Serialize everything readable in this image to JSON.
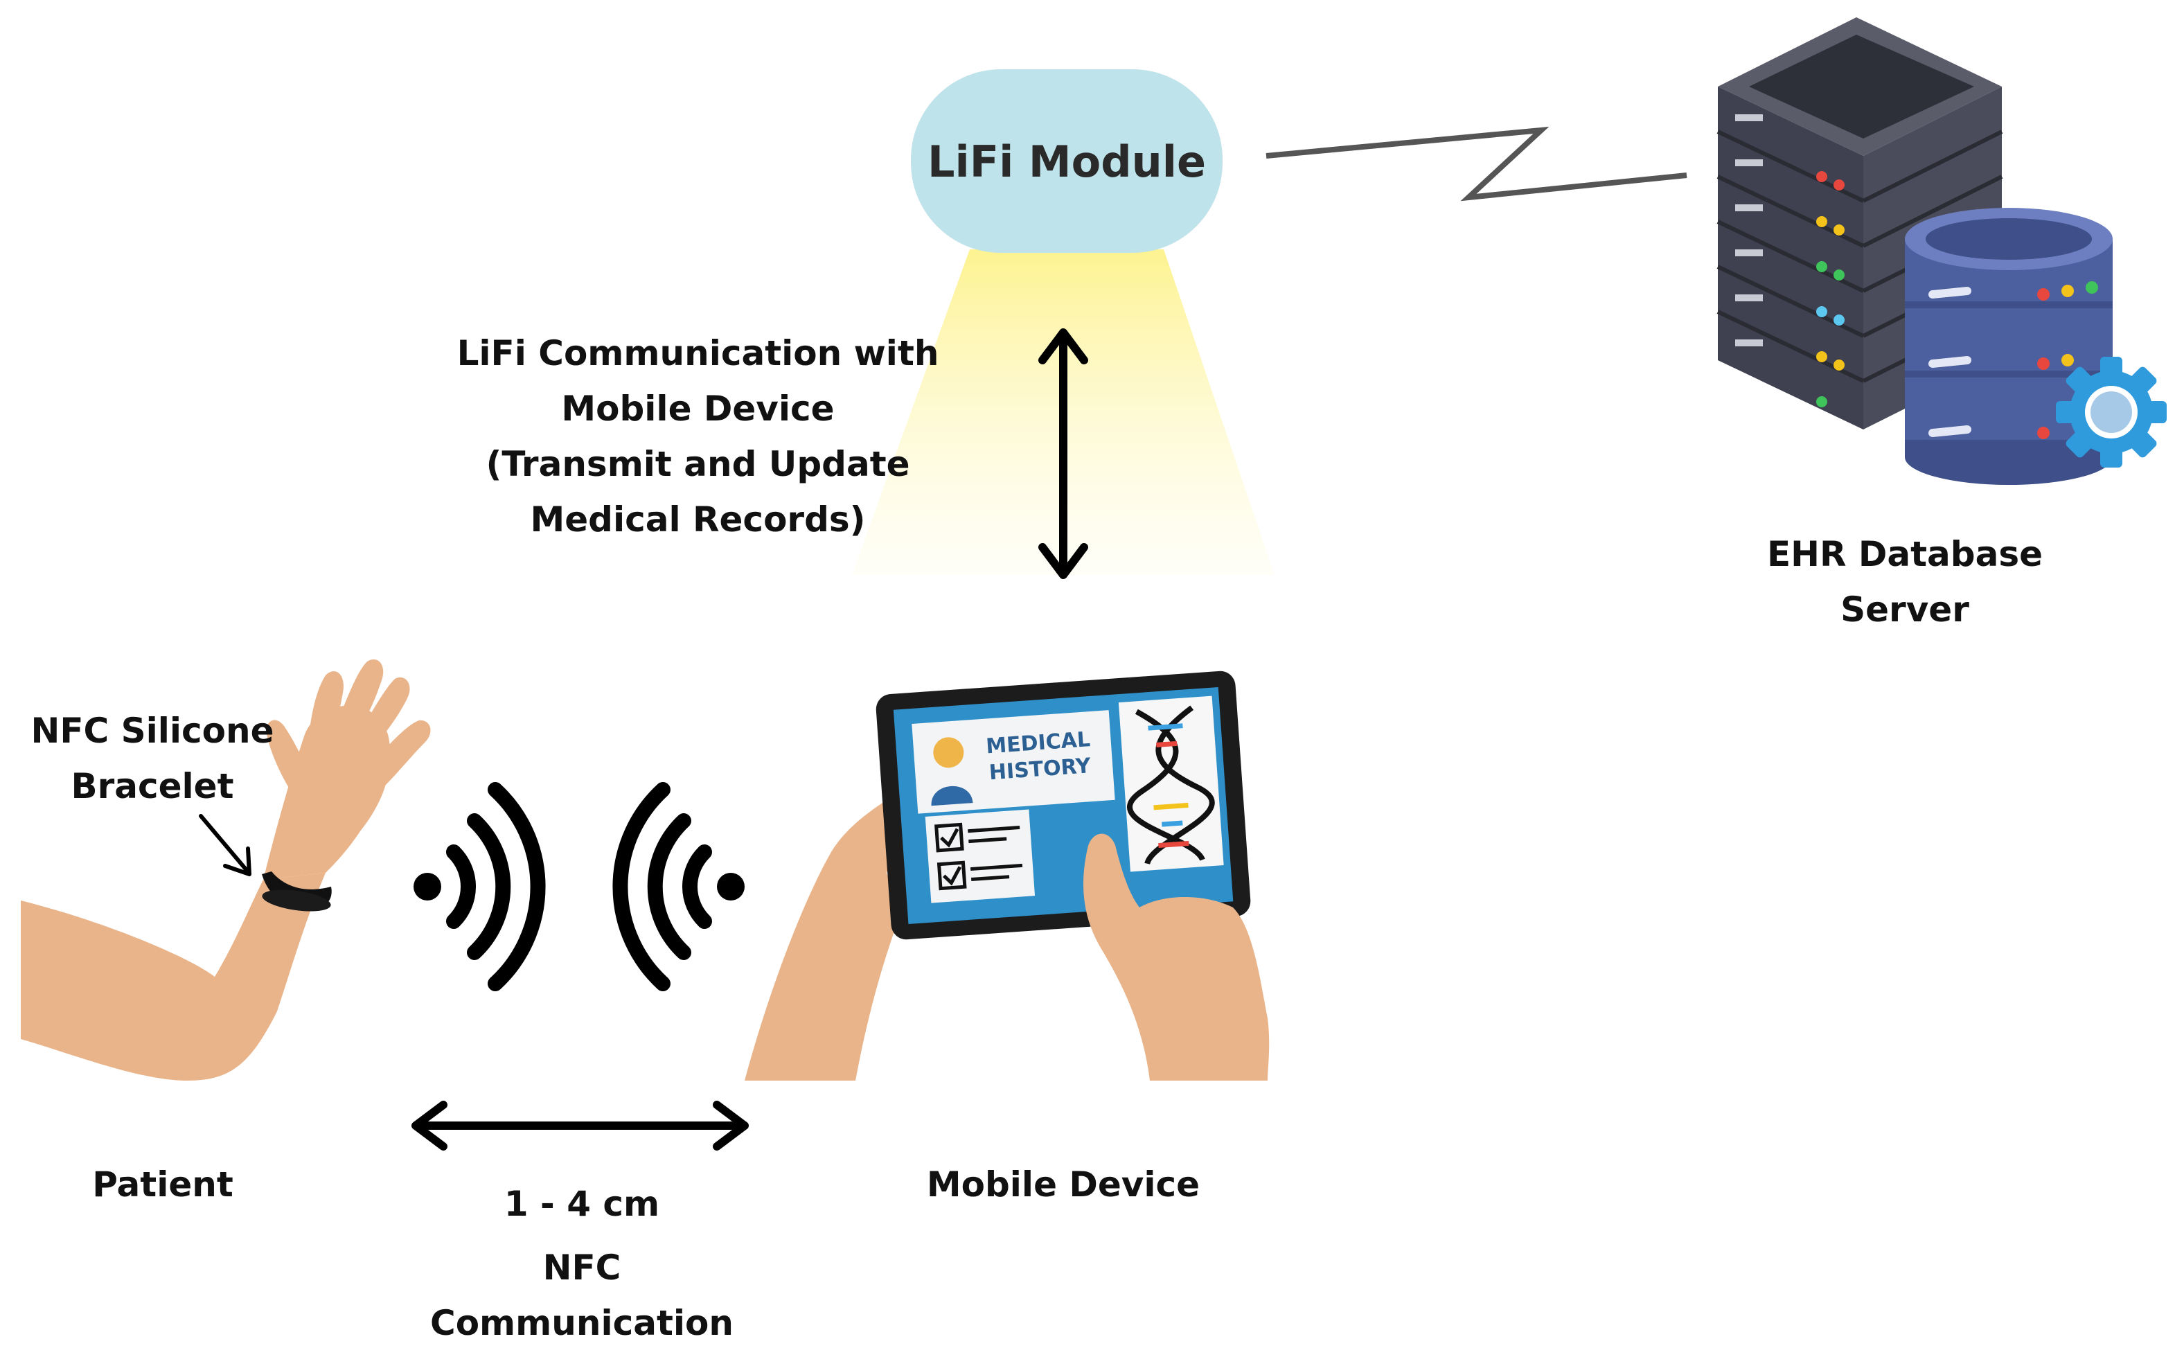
{
  "lifi_module": {
    "label": "LiFi Module",
    "fill": "#bfe3ea",
    "beam_color": "#fdf6a8"
  },
  "lifi_link": {
    "lines": [
      "LiFi Communication with",
      "Mobile Device",
      "(Transmit and Update",
      "Medical Records)"
    ]
  },
  "server": {
    "lines": [
      "EHR Database",
      "Server"
    ],
    "rack_color": "#3f4150",
    "db_color": "#4c5f9e",
    "gear_color": "#2f9bdc"
  },
  "patient": {
    "label": "Patient",
    "bracelet_lines": [
      "NFC Silicone",
      "Bracelet"
    ],
    "skin_color": "#e9b48a"
  },
  "mobile_device": {
    "label": "Mobile Device",
    "screen_card_lines": [
      "MEDICAL",
      "HISTORY"
    ],
    "screen_color": "#2f8fc9"
  },
  "nfc": {
    "distance": "1 - 4 cm",
    "lines": [
      "NFC",
      "Communication"
    ]
  }
}
